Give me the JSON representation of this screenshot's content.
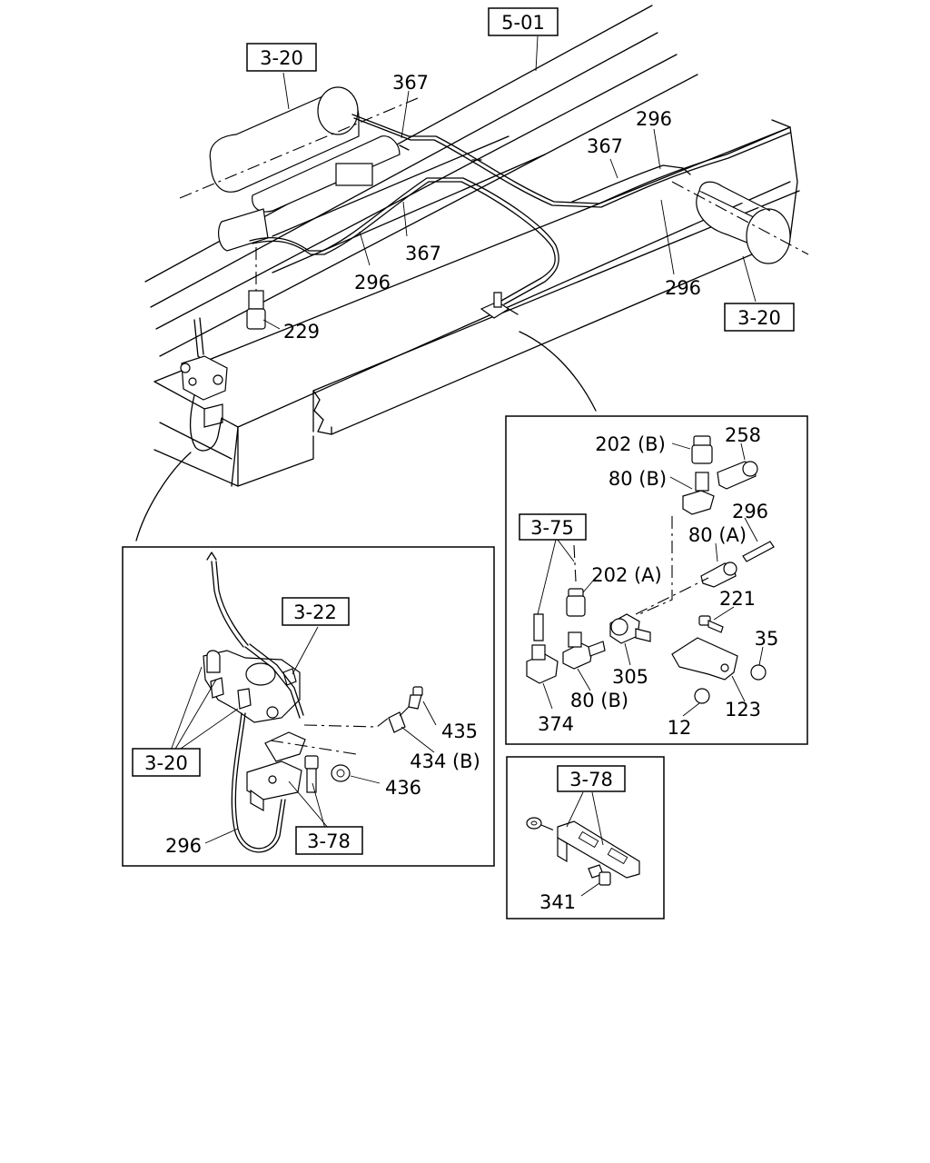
{
  "refs": {
    "top_5_01": "5-01",
    "top_3_20_left": "3-20",
    "top_3_20_right": "3-20",
    "left_3_22": "3-22",
    "left_3_20": "3-20",
    "left_3_78": "3-78",
    "right_3_75": "3-75",
    "right_3_78": "3-78"
  },
  "labels": {
    "p367_a": "367",
    "p367_b": "367",
    "p367_c": "367",
    "p296_a": "296",
    "p296_b": "296",
    "p296_c": "296",
    "p229": "229",
    "l_435": "435",
    "l_434b": "434 (B)",
    "l_436": "436",
    "l_296": "296",
    "r_202b": "202 (B)",
    "r_258": "258",
    "r_80b_top": "80 (B)",
    "r_296": "296",
    "r_80a": "80 (A)",
    "r_202a": "202 (A)",
    "r_221": "221",
    "r_35": "35",
    "r_305": "305",
    "r_374": "374",
    "r_80b_bottom": "80 (B)",
    "r_12": "12",
    "r_123": "123",
    "r_341": "341"
  }
}
